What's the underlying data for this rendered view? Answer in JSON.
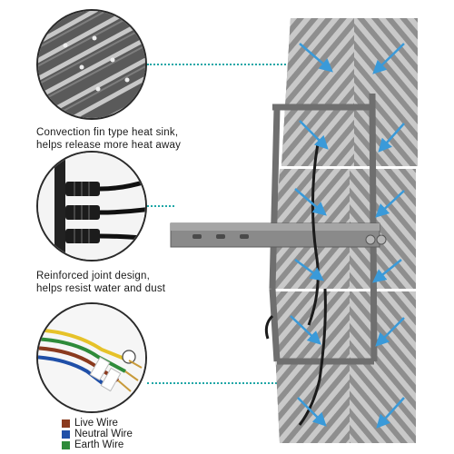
{
  "features": [
    {
      "line1": "Convection fin type heat sink,",
      "line2": "helps release more heat away"
    },
    {
      "line1": "Reinforced joint design,",
      "line2": "helps resist water and dust"
    }
  ],
  "legend": [
    {
      "label": "Live Wire",
      "color": "#8b3a1e"
    },
    {
      "label": "Neutral Wire",
      "color": "#1f4fa8"
    },
    {
      "label": "Earth Wire",
      "color": "#2e8b3a"
    }
  ],
  "colors": {
    "accent_dots": "#1fa6a6",
    "airflow_arrows": "#3a9ad9"
  }
}
